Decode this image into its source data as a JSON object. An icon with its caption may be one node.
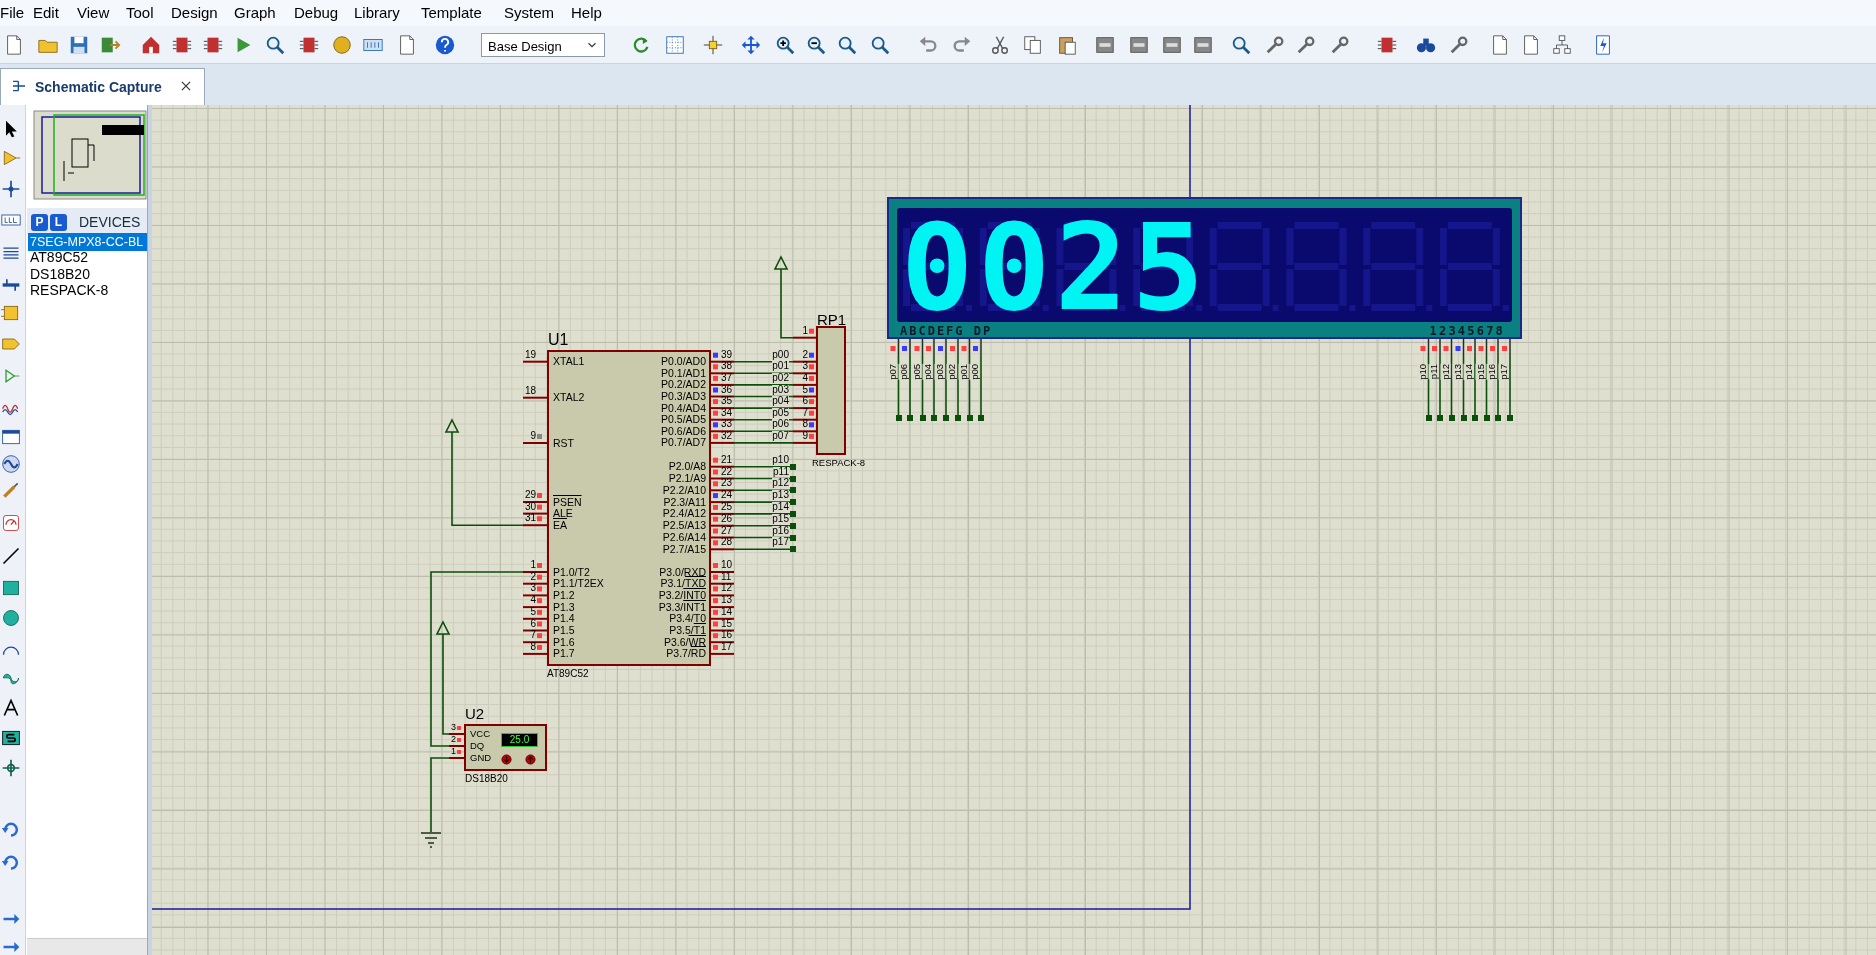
{
  "diagram": {
    "nodes": [
      {
        "text": [
          "U1",
          "XTAL1",
          "XTAL2",
          "RST",
          "PSEN",
          "ALE",
          "EA",
          "P1.0/T2",
          "P1.1/T2EX",
          "P1.2",
          "P1.3",
          "P1.4",
          "P1.5",
          "P1.6",
          "P1.7",
          "P0.0/AD0",
          "P0.1/AD1",
          "P0.2/AD2",
          "P0.3/AD3",
          "P0.4/AD4",
          "P0.5/AD5",
          "P0.6/AD6",
          "P0.7/AD7",
          "P2.0/A8",
          "P2.1/A9",
          "P2.2/A10",
          "P2.3/A11",
          "P2.4/A12",
          "P2.5/A13",
          "P2.6/A14",
          "P2.7/A15",
          "P3.0/RXD",
          "P3.1/TXD",
          "P3.2/INT0",
          "P3.3/INT1",
          "P3.4/T0",
          "P3.5/T1",
          "P3.6/WR",
          "P3.7/RD",
          "AT89C52"
        ],
        "beside": [
          "19",
          "18",
          "9",
          "29",
          "30",
          "31",
          "1",
          "2",
          "3",
          "4",
          "5",
          "6",
          "7",
          "8",
          "39",
          "38",
          "37",
          "36",
          "35",
          "34",
          "33",
          "32",
          "21",
          "22",
          "23",
          "24",
          "25",
          "26",
          "27",
          "28",
          "10",
          "11",
          "12",
          "13",
          "14",
          "15",
          "16",
          "17"
        ]
      },
      {
        "text": [
          "RP1",
          "1",
          "2",
          "3",
          "4",
          "5",
          "6",
          "7",
          "8",
          "9",
          "RESPACK-8"
        ]
      },
      {
        "text": [
          "0025",
          "ABCDEFG DP",
          "12345678"
        ]
      },
      {
        "text": [
          "U2",
          "VCC",
          "DQ",
          "GND",
          "25.0",
          "DS18B20"
        ],
        "beside": [
          "3",
          "2",
          "1"
        ]
      },
      {
        "text": [],
        "shape": "triangle"
      },
      {
        "text": [],
        "shape": "triangle"
      },
      {
        "text": [],
        "shape": "triangle"
      },
      {
        "text": [],
        "shape": "ground"
      },
      {
        "text": [],
        "shape": "box"
      },
      {
        "text": [],
        "shape": "box"
      },
      {
        "text": [],
        "shape": "box"
      },
      {
        "text": [],
        "shape": "box"
      },
      {
        "text": [],
        "shape": "box"
      },
      {
        "text": [],
        "shape": "box"
      },
      {
        "text": [],
        "shape": "box"
      },
      {
        "text": [],
        "shape": "box"
      },
      {
        "text": [],
        "shape": "box"
      },
      {
        "text": [],
        "shape": "box"
      },
      {
        "text": [],
        "shape": "box"
      },
      {
        "text": [],
        "shape": "box"
      },
      {
        "text": [],
        "shape": "box"
      },
      {
        "text": [],
        "shape": "box"
      },
      {
        "text": [],
        "shape": "box"
      },
      {
        "text": [],
        "shape": "box"
      },
      {
        "text": [],
        "shape": "box"
      },
      {
        "text": [],
        "shape": "box"
      },
      {
        "text": [],
        "shape": "box"
      },
      {
        "text": [],
        "shape": "box"
      },
      {
        "text": [],
        "shape": "box"
      },
      {
        "text": [],
        "shape": "box"
      },
      {
        "text": [],
        "shape": "box"
      },
      {
        "text": [],
        "shape": "box"
      }
    ],
    "edges": [
      {
        "from": 0,
        "to": 1,
        "arrow": "none",
        "label": "p00"
      },
      {
        "from": 0,
        "to": 1,
        "arrow": "none",
        "label": "p01"
      },
      {
        "from": 0,
        "to": 1,
        "arrow": "none",
        "label": "p02"
      },
      {
        "from": 0,
        "to": 1,
        "arrow": "none",
        "label": "p03"
      },
      {
        "from": 0,
        "to": 1,
        "arrow": "none",
        "label": "p04"
      },
      {
        "from": 0,
        "to": 1,
        "arrow": "none",
        "label": "p05"
      },
      {
        "from": 0,
        "to": 1,
        "arrow": "none",
        "label": "p06"
      },
      {
        "from": 0,
        "to": 1,
        "arrow": "none",
        "label": "p07"
      },
      {
        "from": 0,
        "to": 8,
        "arrow": "none",
        "label": "p10"
      },
      {
        "from": 0,
        "to": 9,
        "arrow": "none",
        "label": "p11"
      },
      {
        "from": 0,
        "to": 10,
        "arrow": "none",
        "label": "p12"
      },
      {
        "from": 0,
        "to": 11,
        "arrow": "none",
        "label": "p13"
      },
      {
        "from": 0,
        "to": 12,
        "arrow": "none",
        "label": "p14"
      },
      {
        "from": 0,
        "to": 13,
        "arrow": "none",
        "label": "p15"
      },
      {
        "from": 0,
        "to": 14,
        "arrow": "none",
        "label": "p16"
      },
      {
        "from": 0,
        "to": 15,
        "arrow": "none",
        "label": "p17"
      },
      {
        "from": 2,
        "to": 16,
        "arrow": "none",
        "label": "p07"
      },
      {
        "from": 2,
        "to": 17,
        "arrow": "none",
        "label": "p06"
      },
      {
        "from": 2,
        "to": 18,
        "arrow": "none",
        "label": "p05"
      },
      {
        "from": 2,
        "to": 19,
        "arrow": "none",
        "label": "p04"
      },
      {
        "from": 2,
        "to": 20,
        "arrow": "none",
        "label": "p03"
      },
      {
        "from": 2,
        "to": 21,
        "arrow": "none",
        "label": "p02"
      },
      {
        "from": 2,
        "to": 22,
        "arrow": "none",
        "label": "p01"
      },
      {
        "from": 2,
        "to": 23,
        "arrow": "none",
        "label": "p00"
      },
      {
        "from": 2,
        "to": 24,
        "arrow": "none",
        "label": "p10"
      },
      {
        "from": 2,
        "to": 25,
        "arrow": "none",
        "label": "p11"
      },
      {
        "from": 2,
        "to": 26,
        "arrow": "none",
        "label": "p12"
      },
      {
        "from": 2,
        "to": 27,
        "arrow": "none",
        "label": "p13"
      },
      {
        "from": 2,
        "to": 28,
        "arrow": "none",
        "label": "p14"
      },
      {
        "from": 2,
        "to": 29,
        "arrow": "none",
        "label": "p15"
      },
      {
        "from": 2,
        "to": 30,
        "arrow": "none",
        "label": "p16"
      },
      {
        "from": 2,
        "to": 31,
        "arrow": "none",
        "label": "p17"
      },
      {
        "from": 1,
        "to": 4,
        "arrow": "none"
      },
      {
        "from": 0,
        "to": 5,
        "arrow": "none"
      },
      {
        "from": 0,
        "to": 3,
        "arrow": "none"
      },
      {
        "from": 3,
        "to": 6,
        "arrow": "none"
      },
      {
        "from": 3,
        "to": 7,
        "arrow": "none"
      }
    ],
    "labels": [
      "File",
      "Edit",
      "View",
      "Tool",
      "Design",
      "Graph",
      "Debug",
      "Library",
      "Template",
      "System",
      "Help",
      "Base Design",
      "Schematic Capture",
      "P",
      "L",
      "DEVICES",
      "7SEG-MPX8-CC-BL",
      "AT89C52",
      "DS18B20",
      "RESPACK-8"
    ]
  }
}
